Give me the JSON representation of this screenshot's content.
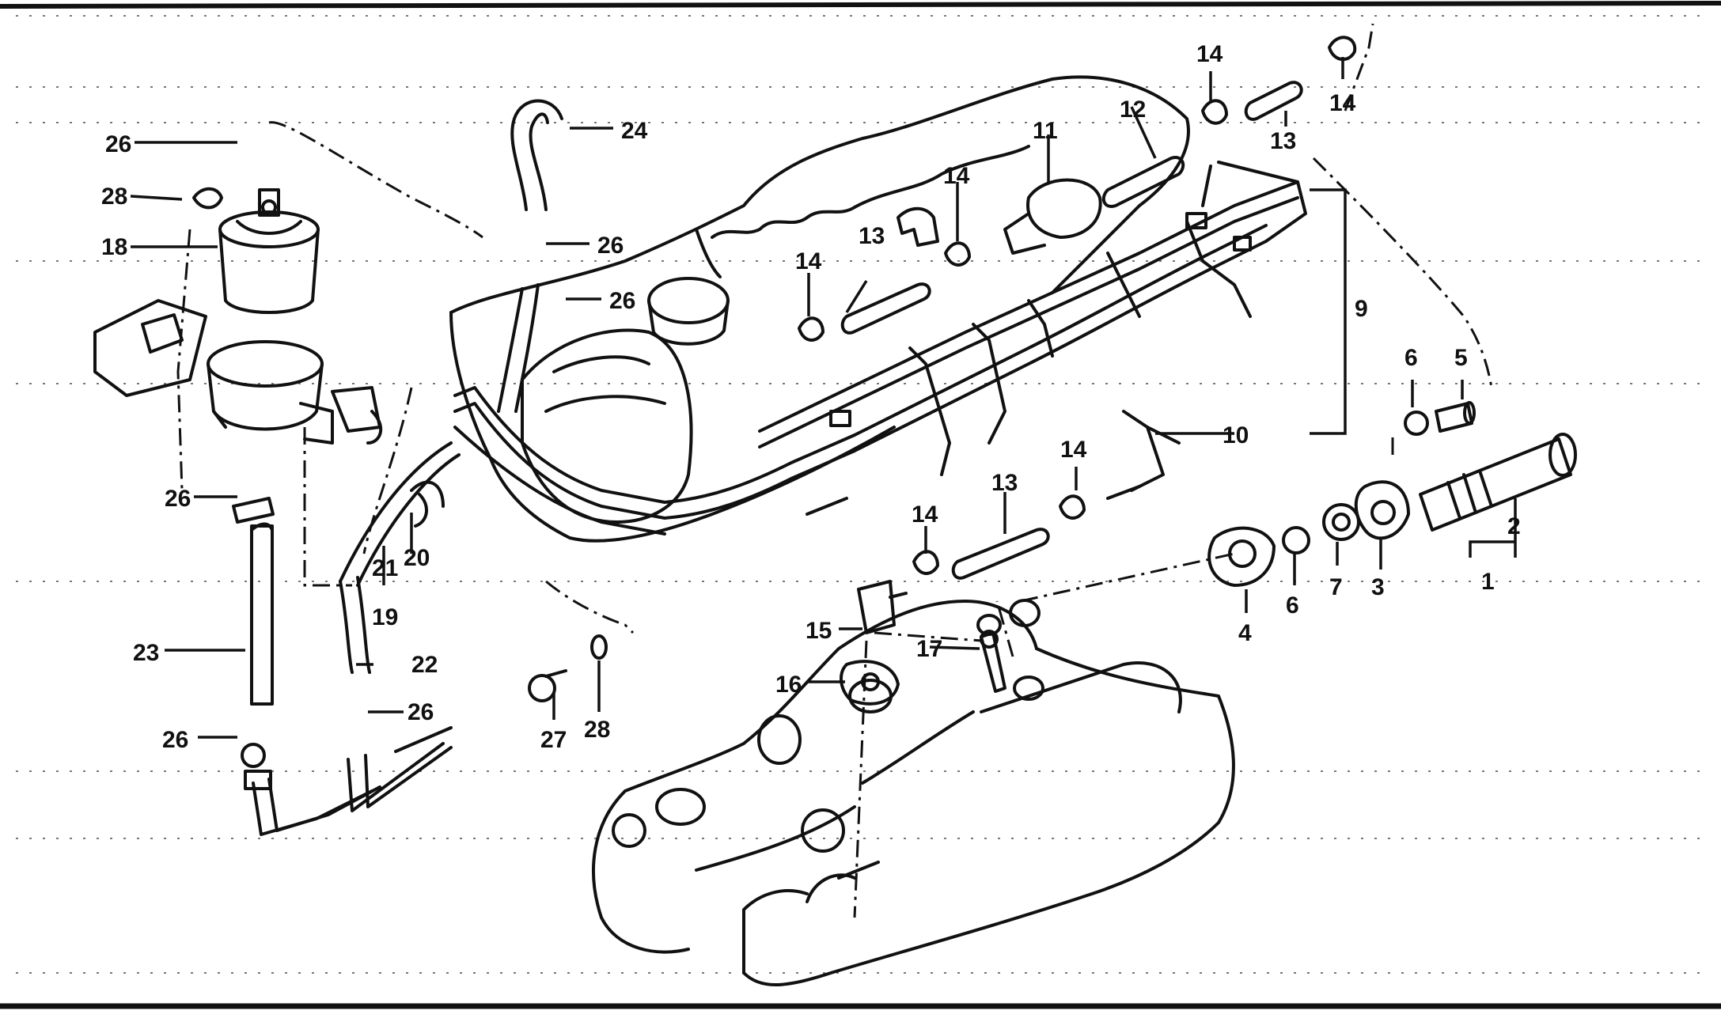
{
  "diagram": {
    "ink_color": "#111111",
    "background_color": "#ffffff",
    "callouts": [
      {
        "id": "c26a",
        "label": "26"
      },
      {
        "id": "c28a",
        "label": "28"
      },
      {
        "id": "c18",
        "label": "18"
      },
      {
        "id": "c24",
        "label": "24"
      },
      {
        "id": "c26b",
        "label": "26"
      },
      {
        "id": "c26c",
        "label": "26"
      },
      {
        "id": "c14a",
        "label": "14"
      },
      {
        "id": "c14b",
        "label": "14"
      },
      {
        "id": "c12",
        "label": "12"
      },
      {
        "id": "c13a",
        "label": "13"
      },
      {
        "id": "c11",
        "label": "11"
      },
      {
        "id": "c14c",
        "label": "14"
      },
      {
        "id": "c13b",
        "label": "13"
      },
      {
        "id": "c14d",
        "label": "14"
      },
      {
        "id": "c9",
        "label": "9"
      },
      {
        "id": "c6a",
        "label": "6"
      },
      {
        "id": "c5",
        "label": "5"
      },
      {
        "id": "c10",
        "label": "10"
      },
      {
        "id": "c14e",
        "label": "14"
      },
      {
        "id": "c13c",
        "label": "13"
      },
      {
        "id": "c14f",
        "label": "14"
      },
      {
        "id": "c2",
        "label": "2"
      },
      {
        "id": "c1",
        "label": "1"
      },
      {
        "id": "c3",
        "label": "3"
      },
      {
        "id": "c7",
        "label": "7"
      },
      {
        "id": "c6b",
        "label": "6"
      },
      {
        "id": "c4",
        "label": "4"
      },
      {
        "id": "c26d",
        "label": "26"
      },
      {
        "id": "c21",
        "label": "21"
      },
      {
        "id": "c20",
        "label": "20"
      },
      {
        "id": "c19",
        "label": "19"
      },
      {
        "id": "c23",
        "label": "23"
      },
      {
        "id": "c22",
        "label": "22"
      },
      {
        "id": "c26e",
        "label": "26"
      },
      {
        "id": "c26f",
        "label": "26"
      },
      {
        "id": "c27",
        "label": "27"
      },
      {
        "id": "c28b",
        "label": "28"
      },
      {
        "id": "c15",
        "label": "15"
      },
      {
        "id": "c16",
        "label": "16"
      },
      {
        "id": "c17",
        "label": "17"
      }
    ]
  }
}
